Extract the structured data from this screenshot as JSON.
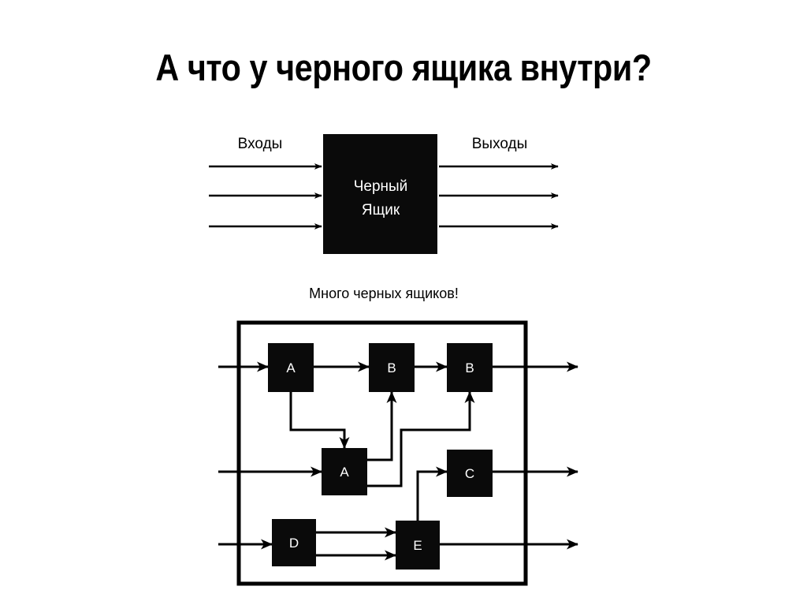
{
  "slide": {
    "title": "А что у черного ящика внутри?",
    "background_color": "#ffffff",
    "ink_color": "#000000",
    "box_fill_color": "#0a0a0a",
    "box_text_color": "#ffffff"
  },
  "top_diagram": {
    "inputs_label": "Входы",
    "outputs_label": "Выходы",
    "box_label_line1": "Черный",
    "box_label_line2": "Ящик",
    "input_arrow_count": 3,
    "output_arrow_count": 3
  },
  "bottom_diagram": {
    "caption": "Много черных ящиков!",
    "input_arrow_count": 3,
    "output_arrow_count": 3,
    "blocks": [
      {
        "id": "a1",
        "label": "A"
      },
      {
        "id": "b1",
        "label": "B"
      },
      {
        "id": "b2",
        "label": "B"
      },
      {
        "id": "a2",
        "label": "A"
      },
      {
        "id": "c1",
        "label": "C"
      },
      {
        "id": "d1",
        "label": "D"
      },
      {
        "id": "e1",
        "label": "E"
      }
    ]
  }
}
